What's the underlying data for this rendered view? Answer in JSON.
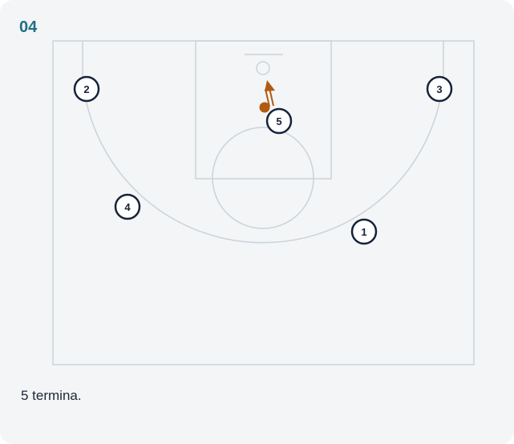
{
  "step": {
    "number": "04"
  },
  "caption": "5 termina.",
  "players": [
    {
      "label": "1"
    },
    {
      "label": "2"
    },
    {
      "label": "3"
    },
    {
      "label": "4"
    },
    {
      "label": "5"
    }
  ],
  "colors": {
    "accent": "#1f6f82",
    "court_lines": "#c9d4da",
    "player_ring": "#17223a",
    "action": "#b25a12",
    "background": "#f3f5f7"
  },
  "icons": {
    "ball": "ball-icon",
    "shot_arrow": "arrow-up-icon"
  }
}
